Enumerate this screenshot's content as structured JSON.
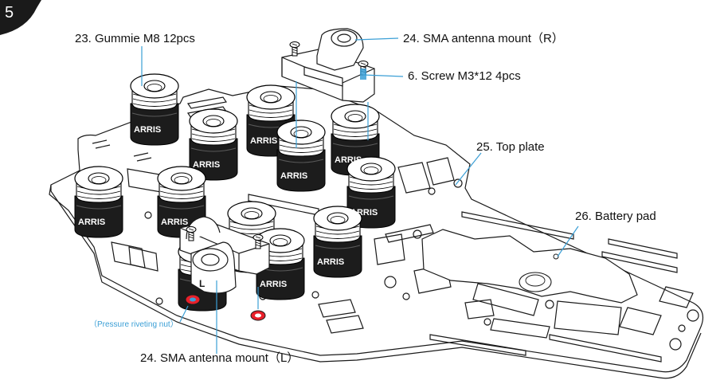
{
  "step": {
    "number": "5"
  },
  "labels": {
    "gummie": "23. Gummie  M8  12pcs",
    "sma_r": "24. SMA antenna mount（R）",
    "screw": "6. Screw  M3*12  4pcs",
    "top_plate": "25. Top plate",
    "battery_pad": "26. Battery pad",
    "sma_l": "24. SMA antenna mount（L）",
    "pressure_nut": "（Pressure riveting nut）"
  },
  "part_text": {
    "brand": "ARRIS",
    "mount_l_letter": "L"
  },
  "colors": {
    "leader_line": "#3b9fd6",
    "step_badge": "#1a1a1a",
    "nut_red": "#e8202a",
    "nut_blue": "#3b9fd6",
    "line_art": "#1a1a1a"
  },
  "icons": [
    "gummie-damper-icon",
    "sma-mount-icon",
    "screw-icon",
    "nut-icon"
  ]
}
